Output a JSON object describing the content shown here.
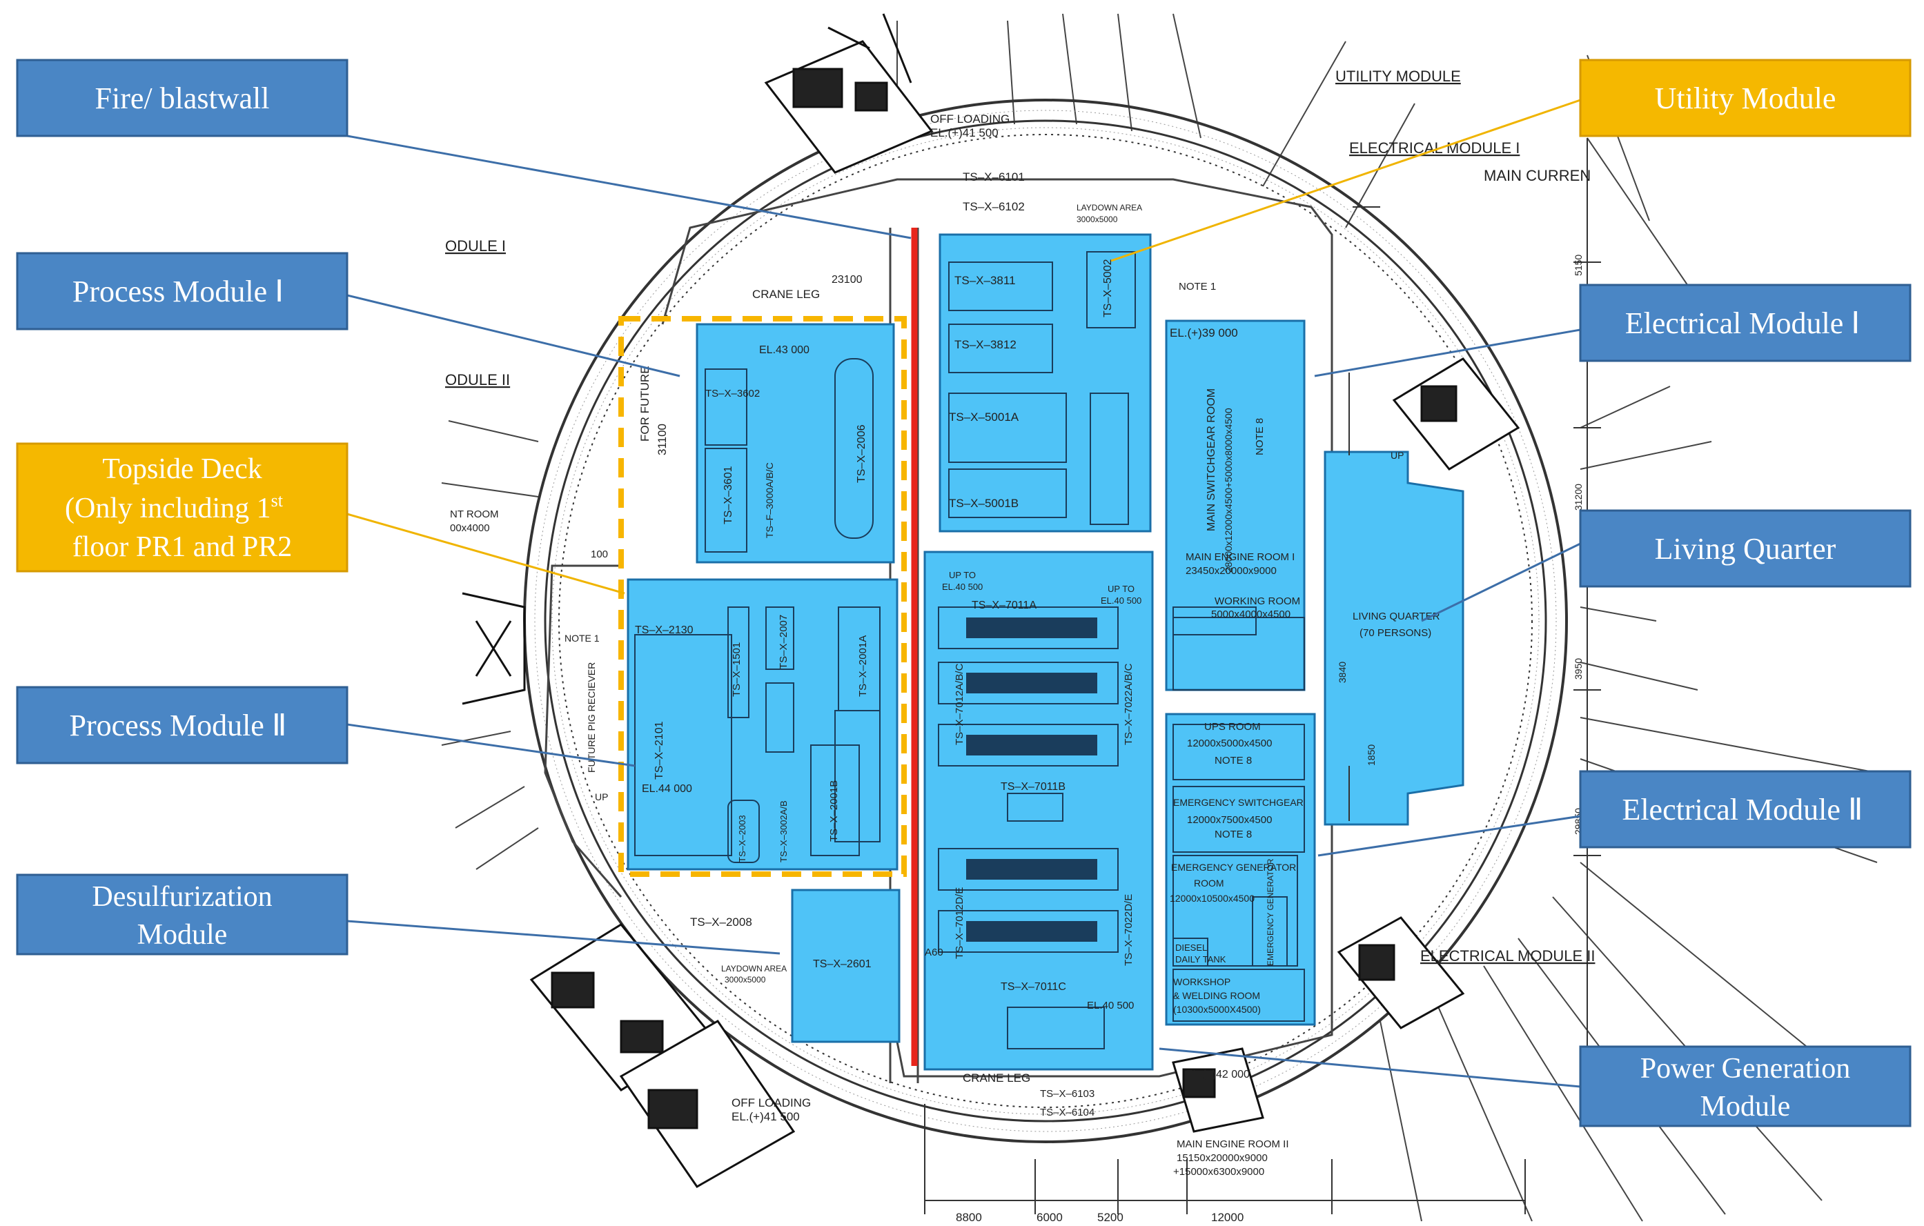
{
  "colors": {
    "blue_box": "#4a86c5",
    "blue_border": "#2f5f93",
    "yellow_box": "#f5b800",
    "yellow_border": "#d69a00",
    "module_fill": "#4fc3f7",
    "module_stroke": "#1a6fa8",
    "fire_wall": "#e8261c",
    "topside_dash": "#f7b500",
    "drawing_line": "#333333",
    "leader_blue": "#3c6ea8",
    "leader_yellow": "#f0b400"
  },
  "callouts": {
    "fire_blastwall": "Fire/ blastwall",
    "process_module_1": "Process Module Ⅰ",
    "topside_deck_line1": "Topside Deck",
    "topside_deck_line2_pre": "(Only including 1",
    "topside_deck_line2_sup": "st",
    "topside_deck_line3": "floor PR1 and PR2",
    "process_module_2": "Process Module Ⅱ",
    "desulfurization_line1": "Desulfurization",
    "desulfurization_line2": "Module",
    "utility_module": "Utility Module",
    "electrical_module_1": "Electrical Module Ⅰ",
    "living_quarter": "Living Quarter",
    "electrical_module_2": "Electrical Module Ⅱ",
    "power_generation_line1": "Power Generation",
    "power_generation_line2": "Module"
  },
  "drawing_labels": {
    "utility_module": "UTILITY MODULE",
    "electrical_module_1": "ELECTRICAL MODULE I",
    "main_curren": "MAIN CURREN",
    "module_i": "ODULE I",
    "module_ii": "ODULE II",
    "off_loading_top": "OFF LOADING",
    "off_loading_top_el": "EL.(+)41 500",
    "off_loading_bottom": "OFF LOADING",
    "off_loading_bottom_el": "EL.(+)41 500",
    "crane_leg_top": "CRANE LEG",
    "crane_leg_bottom": "CRANE LEG",
    "dim_23100": "23100",
    "for_future": "FOR FUTURE",
    "for_future_dim": "31100",
    "ts_6101": "TS–X–6101",
    "ts_6102": "TS–X–6102",
    "laydown_top": "LAYDOWN AREA",
    "laydown_top_dim": "3000x5000",
    "note_1_top": "NOTE 1",
    "ts_3811": "TS–X–3811",
    "ts_3812": "TS–X–3812",
    "ts_5001a": "TS–X–5001A",
    "ts_5001b": "TS–X–5001B",
    "ts_5002": "TS–X–5002",
    "el_43000": "EL.43 000",
    "ts_3602": "TS–X–3602",
    "ts_3601": "TS–X–3601",
    "ts_2006": "TS–X–2006",
    "ts_3000": "TS–F–3000A/B/C",
    "el_39000": "EL.(+)39 000",
    "main_switchgear_room": "MAIN SWITCHGEAR ROOM",
    "main_switchgear_dim": "28000x12000x4500+5000x8000x4500",
    "note_8_a": "NOTE 8",
    "main_engine_room_1": "MAIN ENGINE ROOM I",
    "main_engine_room_1_dim": "23450x20000x9000",
    "working_room": "WORKING ROOM",
    "working_room_dim": "5000x4000x4500",
    "living_quarter": "LIVING QUARTER",
    "living_quarter_persons": "(70 PERSONS)",
    "dim_3840": "3840",
    "dim_1850": "1850",
    "dim_3950": "3950",
    "dim_31200": "31200",
    "dim_29850": "29850",
    "dim_5150": "5150",
    "ups_room": "UPS ROOM",
    "ups_room_dim": "12000x5000x4500",
    "note_8_b": "NOTE 8",
    "emergency_switchgear": "EMERGENCY SWITCHGEAR",
    "emergency_switchgear_dim": "12000x7500x4500",
    "note_8_c": "NOTE 8",
    "emergency_generator_room": "EMERGENCY GENERATOR",
    "emergency_generator_room2": "ROOM",
    "emergency_generator_dim": "12000x10500x4500",
    "diesel_daily_tank": "DIESEL",
    "diesel_daily_tank2": "DAILY TANK",
    "emergency_generator": "EMERGENCY GENERATOR",
    "workshop": "WORKSHOP",
    "workshop2": "& WELDING ROOM",
    "workshop_dim": "(10300x5000X4500)",
    "electrical_module_2": "ELECTRICAL MODULE II",
    "ts_7011a": "TS–X–7011A",
    "ts_7011b": "TS–X–7011B",
    "ts_7011c": "TS–X–7011C",
    "ts_7012abc": "TS–X–7012A/B/C",
    "ts_7022abc": "TS–X–7022A/B/C",
    "ts_7012de": "TS–X–7012D/E",
    "ts_7022de": "TS–X–7022D/E",
    "up_to_1": "UP TO",
    "up_to_1b": "EL.40 500",
    "up_to_2": "UP TO",
    "up_to_2b": "EL.40 500",
    "el_40500": "EL.40 500",
    "ts_2130": "TS–X–2130",
    "ts_1501": "TS–X–1501",
    "ts_2007": "TS–X–2007",
    "ts_2001a": "TS–X–2001A",
    "ts_2101": "TS–X–2101",
    "ts_2001b": "TS–X–2001B",
    "ts_2003": "TS–X–2003",
    "ts_3002": "TS–X–3002A/B",
    "el_44000": "EL.44 000",
    "future_pig": "FUTURE PIG RECIEVER",
    "note_1_left": "NOTE 1",
    "dim_100": "100",
    "nt_room": "NT ROOM",
    "nt_room_dim": "00x4000",
    "ts_2008": "TS–X–2008",
    "laydown_bottom": "LAYDOWN AREA",
    "laydown_bottom_dim": "3000x5000",
    "ts_2601": "TS–X–2601",
    "a60": "A60",
    "ts_6103": "TS–X–6103",
    "ts_6104": "TS–X–6104",
    "el_42000": "EL.(+)42 000",
    "main_engine_room_2": "MAIN ENGINE ROOM II",
    "main_engine_room_2_dim1": "15150x20000x9000",
    "main_engine_room_2_dim2": "+15000x6300x9000",
    "dim_8800": "8800",
    "dim_6000": "6000",
    "dim_5200": "5200",
    "dim_12000": "12000",
    "up_left": "UP",
    "up_right": "UP"
  }
}
